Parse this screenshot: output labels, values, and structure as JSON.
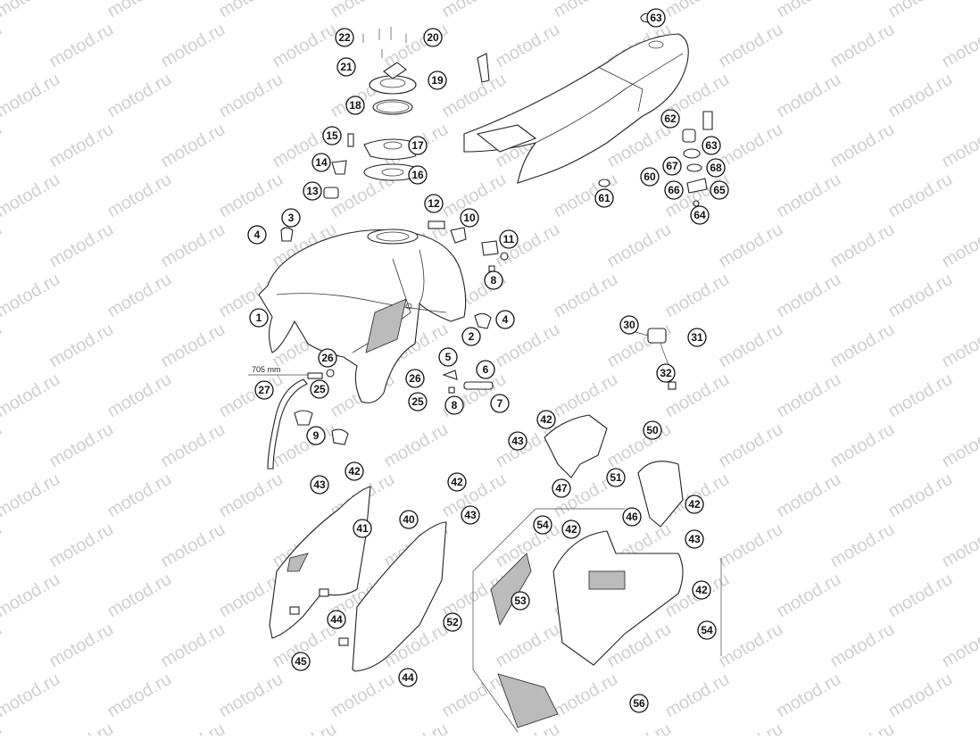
{
  "watermark_text": "motod.ru",
  "hose_length_label": "705 mm",
  "callouts": [
    "1",
    "2",
    "3",
    "4",
    "5",
    "6",
    "7",
    "8",
    "9",
    "10",
    "11",
    "12",
    "13",
    "14",
    "15",
    "16",
    "17",
    "18",
    "19",
    "20",
    "21",
    "22",
    "25",
    "26",
    "27",
    "30",
    "31",
    "32",
    "40",
    "41",
    "42",
    "43",
    "44",
    "45",
    "46",
    "47",
    "50",
    "51",
    "52",
    "53",
    "54",
    "56",
    "60",
    "61",
    "62",
    "63",
    "64",
    "65",
    "66",
    "67",
    "68"
  ],
  "colors": {
    "line": "#222222",
    "watermark": "#cfcfcf",
    "background": "#ffffff"
  }
}
